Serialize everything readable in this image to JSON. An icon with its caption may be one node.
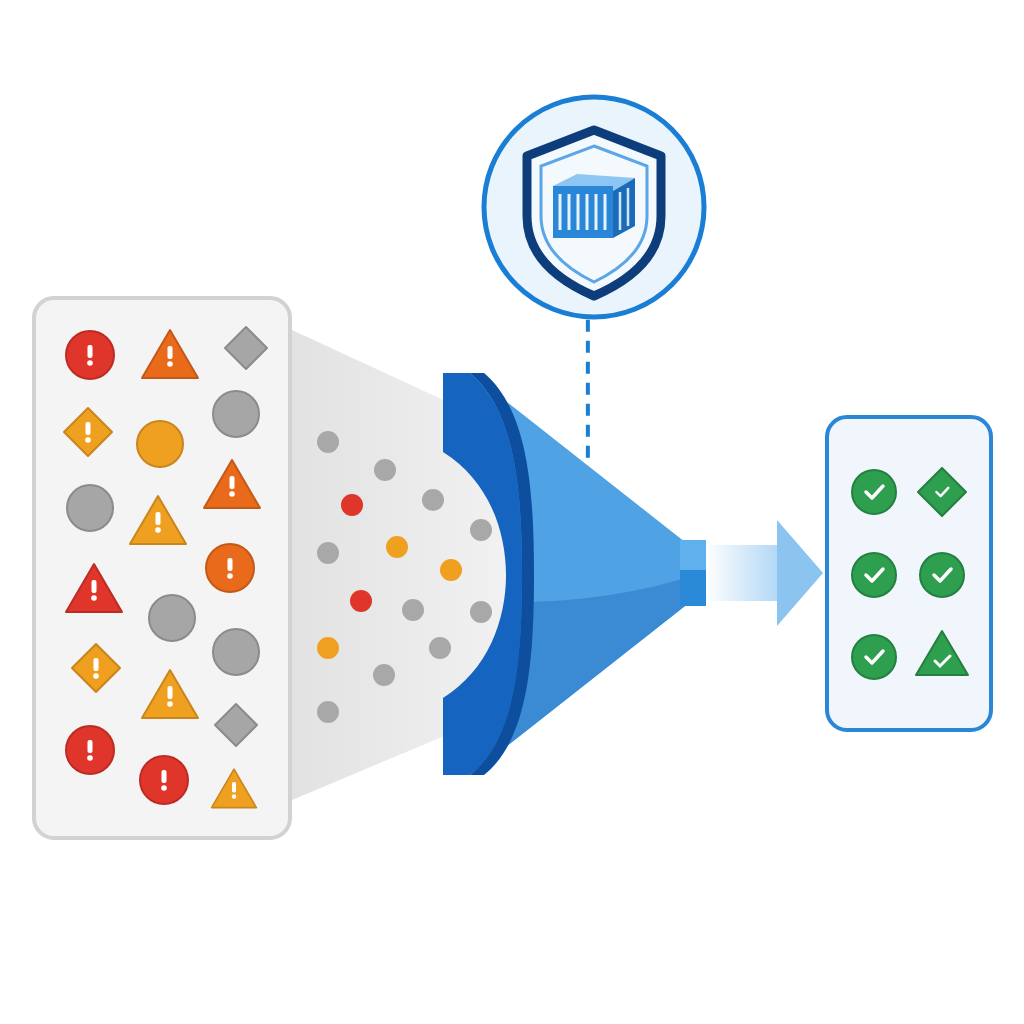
{
  "diagram": {
    "nodes": [
      {
        "text": [],
        "shape": "box"
      },
      {
        "text": [],
        "shape": "circle"
      },
      {
        "text": [],
        "shape": "funnel"
      },
      {
        "text": [],
        "shape": "box"
      }
    ],
    "edges": [
      {
        "from": 1,
        "to": 2,
        "arrow": "none",
        "style": "dashed"
      },
      {
        "from": 2,
        "to": 3,
        "arrow": "to",
        "style": "thick"
      }
    ]
  }
}
